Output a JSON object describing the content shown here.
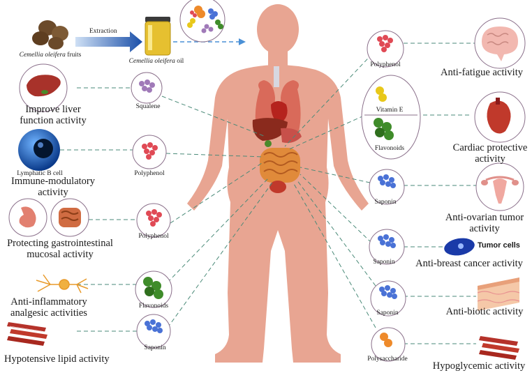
{
  "source": {
    "fruit_name": "Cemellia oleifera",
    "fruit_suffix": " fruits",
    "oil_name": "Cemellia oleifera",
    "oil_suffix": " oil",
    "arrow_label": "Extraction"
  },
  "compounds": {
    "squalene": "Squalene",
    "polyphenol_immune": "Polyphenol",
    "polyphenol_gastro": "Polyphenol",
    "flavonoids_left": "Flavonoids",
    "saponin_left": "Saponin",
    "polyphenol_right": "Polyphenol",
    "vitamin_e": "Vitamin E",
    "flavonoids_right": "Flavonoids",
    "saponin_ovarian": "Saponin",
    "saponin_breast": "Saponin",
    "saponin_biotic": "Saponin",
    "polysaccharide": "Polysaccharide"
  },
  "activities": {
    "liver": [
      "Improve liver",
      "function activity"
    ],
    "immune": [
      "Immune-modulatory",
      "activity"
    ],
    "gastro": [
      "Protecting gastrointestinal",
      "mucosal activity"
    ],
    "inflammatory": [
      "Anti-inflammatory",
      "analgesic activities"
    ],
    "hypotensive": "Hypotensive lipid activity",
    "fatigue": "Anti-fatigue activity",
    "cardiac": [
      "Cardiac protective",
      "activity"
    ],
    "ovarian": [
      "Anti-ovarian tumor",
      "activity"
    ],
    "breast": "Anti-breast cancer activity",
    "biotic": "Anti-biotic activity",
    "glycemic": "Hypoglycemic activity"
  },
  "image_labels": {
    "lymphatic": "Lymphatic B cell",
    "tumor": "Tumor cells"
  },
  "colors": {
    "skin": "#e8a592",
    "circle_stroke": "#8a6f8a",
    "dash_line": "#4a8a78",
    "arrow_blue": "#1a4fa8",
    "polyphenol": "#e04a55",
    "squalene": "#a07ab8",
    "flavonoid": "#3f8c2a",
    "vitamin_e": "#e8c81a",
    "saponin": "#4a72d6",
    "polysaccharide": "#ee8a2a",
    "organ_red": "#c0392b",
    "organ_orange": "#e08a3a",
    "oil_yellow": "#e6c030"
  }
}
